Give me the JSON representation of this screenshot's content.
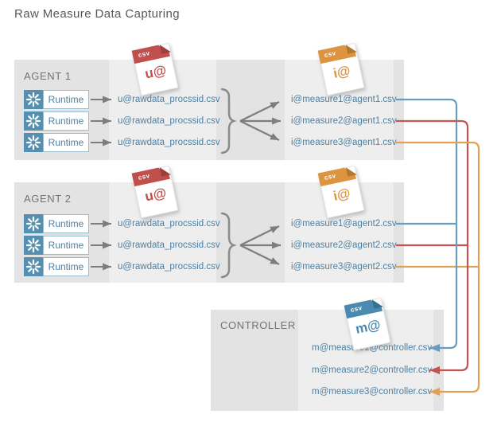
{
  "title": "Raw Measure Data Capturing",
  "agents": [
    {
      "name": "AGENT 1",
      "runtime_label": "Runtime",
      "raw_icon": {
        "badge": "csv",
        "label": "u@"
      },
      "measure_icon": {
        "badge": "csv",
        "label": "i@"
      },
      "raw_files": [
        "u@rawdata_procssid.csv",
        "u@rawdata_procssid.csv",
        "u@rawdata_procssid.csv"
      ],
      "measure_files": [
        "i@measure1@agent1.csv",
        "i@measure2@agent1.csv",
        "i@measure3@agent1.csv"
      ]
    },
    {
      "name": "AGENT 2",
      "runtime_label": "Runtime",
      "raw_icon": {
        "badge": "csv",
        "label": "u@"
      },
      "measure_icon": {
        "badge": "csv",
        "label": "i@"
      },
      "raw_files": [
        "u@rawdata_procssid.csv",
        "u@rawdata_procssid.csv",
        "u@rawdata_procssid.csv"
      ],
      "measure_files": [
        "i@measure1@agent2.csv",
        "i@measure2@agent2.csv",
        "i@measure3@agent2.csv"
      ]
    }
  ],
  "controller": {
    "name": "CONTROLLER",
    "icon": {
      "badge": "csv",
      "label": "m@"
    },
    "files": [
      "m@measure1@controller.csv",
      "m@measure2@controller.csv",
      "m@measure3@controller.csv"
    ]
  },
  "colors": {
    "measure1_line": "#699dc0",
    "measure2_line": "#c05552",
    "measure3_line": "#e2a057",
    "raw_csv_icon": "#c0504d",
    "measure_csv_icon": "#dd9440",
    "controller_csv_icon": "#4a8ab0"
  }
}
